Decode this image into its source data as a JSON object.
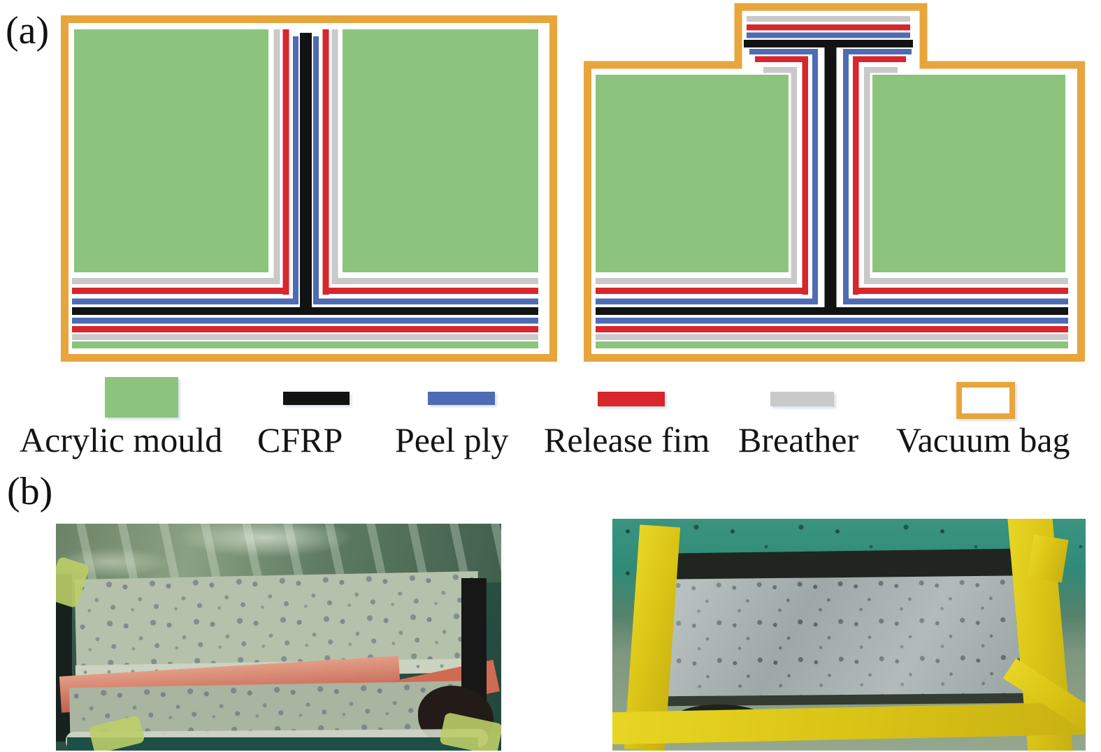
{
  "panel_a": {
    "label": "(a)"
  },
  "panel_b": {
    "label": "(b)"
  },
  "legend": {
    "items": [
      {
        "label": "Acrylic mould",
        "swatch": "square",
        "color": "#8cc47e"
      },
      {
        "label": "CFRP",
        "swatch": "bar",
        "color": "#121212"
      },
      {
        "label": "Peel ply",
        "swatch": "bar",
        "color": "#4e6cb3"
      },
      {
        "label": "Release fim",
        "swatch": "bar",
        "color": "#d7262c"
      },
      {
        "label": "Breather",
        "swatch": "bar",
        "color": "#c9c9c9"
      },
      {
        "label": "Vacuum bag",
        "swatch": "outline",
        "color": "#e7a53c"
      }
    ]
  },
  "colors": {
    "mould_green": "#8cc47e",
    "cfrp_black": "#121212",
    "peel_ply_blue": "#4e6cb3",
    "release_film_red": "#d7262c",
    "breather_gray": "#c9c9c9",
    "vacuum_bag_orange": "#e7a53c"
  }
}
